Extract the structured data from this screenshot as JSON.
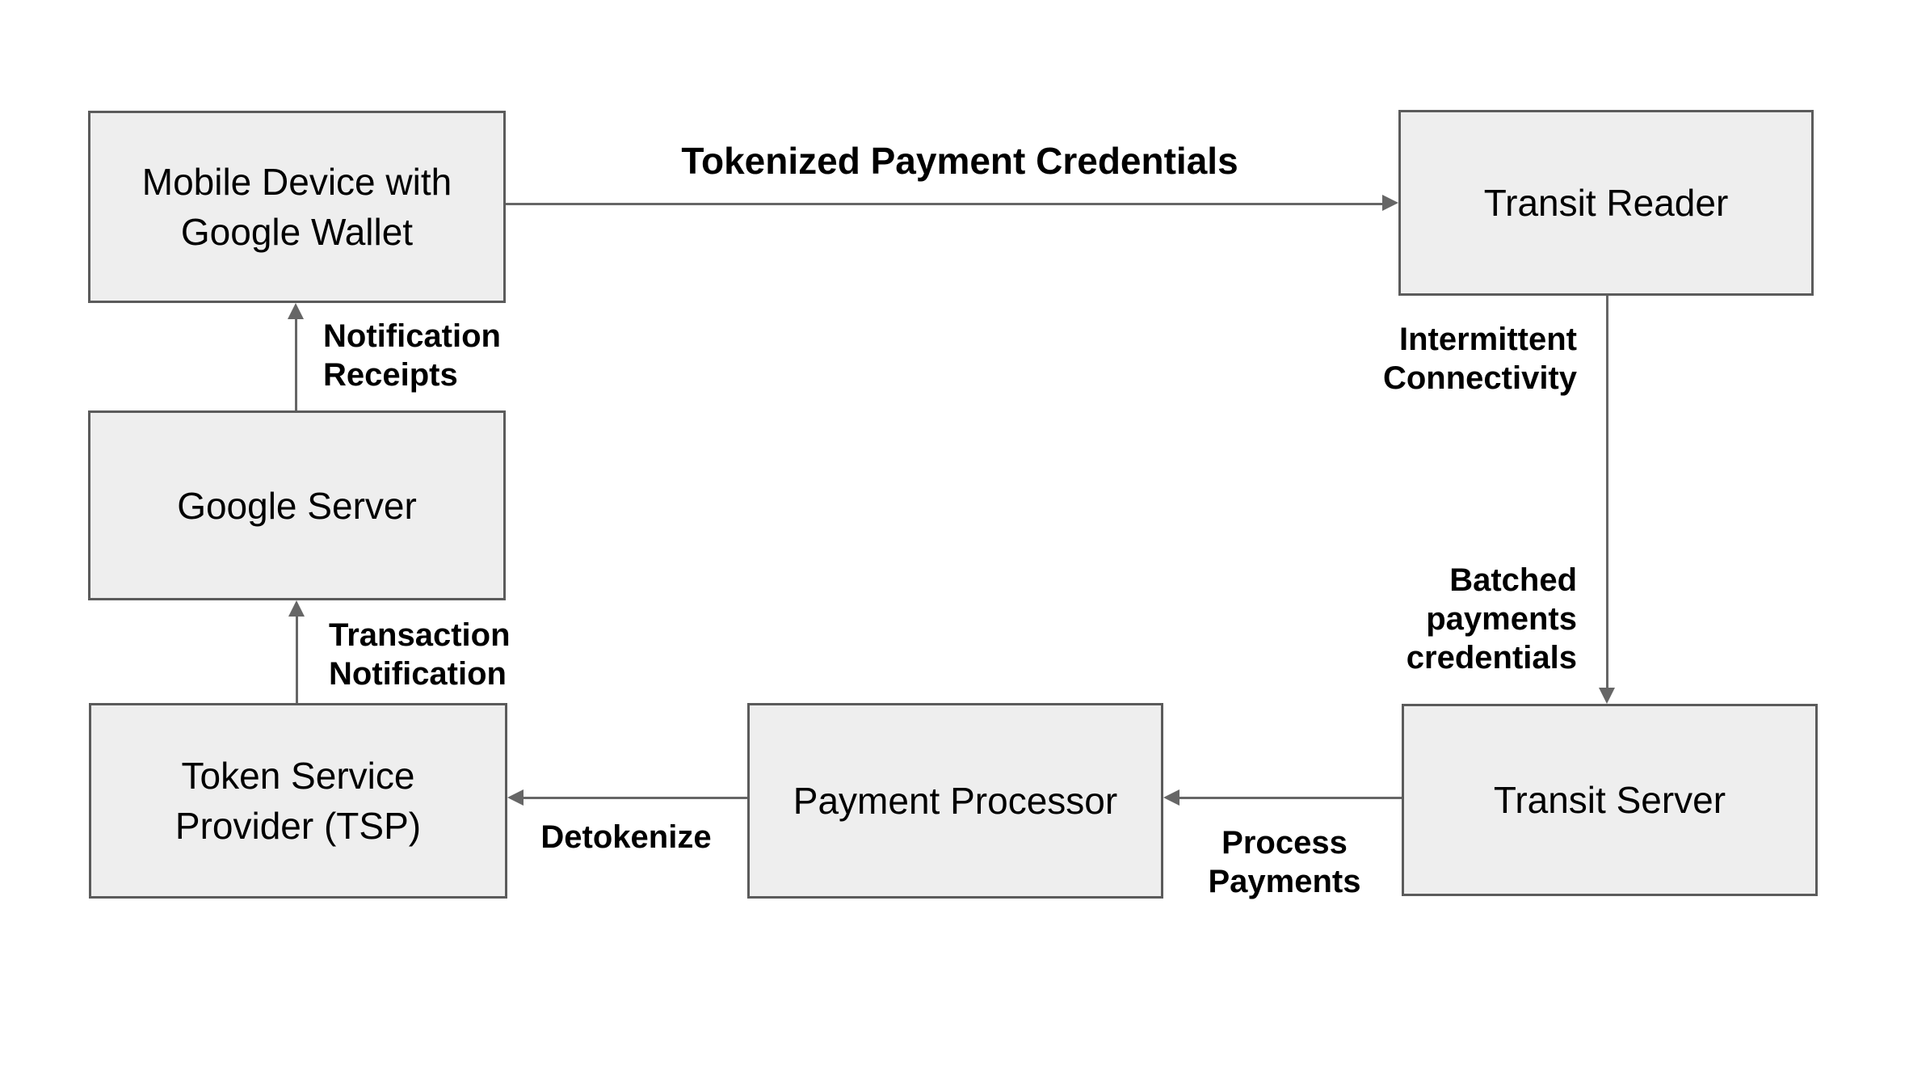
{
  "diagram": {
    "title": "Google Wallet transit tokenized payment flow",
    "colors": {
      "background": "#ffffff",
      "box_fill": "#eeeeee",
      "box_border": "#5b5b5b",
      "connector": "#666666",
      "text": "#000000"
    },
    "nodes": [
      {
        "id": "mobile-device",
        "label": "Mobile Device with\nGoogle Wallet"
      },
      {
        "id": "transit-reader",
        "label": "Transit Reader"
      },
      {
        "id": "google-server",
        "label": "Google Server"
      },
      {
        "id": "tsp",
        "label": "Token Service\nProvider (TSP)"
      },
      {
        "id": "payment-processor",
        "label": "Payment Processor"
      },
      {
        "id": "transit-server",
        "label": "Transit Server"
      }
    ],
    "edges": [
      {
        "id": "tokenized-payment-credentials",
        "from": "mobile-device",
        "to": "transit-reader",
        "label": "Tokenized Payment Credentials"
      },
      {
        "id": "notification-receipts",
        "from": "google-server",
        "to": "mobile-device",
        "label": "Notification\nReceipts"
      },
      {
        "id": "intermittent-connectivity",
        "from": "transit-reader",
        "to": "transit-server",
        "label": "Intermittent\nConnectivity"
      },
      {
        "id": "batched-payments-credentials",
        "from": "transit-reader",
        "to": "transit-server",
        "label": "Batched\npayments\ncredentials"
      },
      {
        "id": "process-payments",
        "from": "transit-server",
        "to": "payment-processor",
        "label": "Process\nPayments"
      },
      {
        "id": "detokenize",
        "from": "payment-processor",
        "to": "tsp",
        "label": "Detokenize"
      },
      {
        "id": "transaction-notification",
        "from": "tsp",
        "to": "google-server",
        "label": "Transaction\nNotification"
      }
    ]
  }
}
